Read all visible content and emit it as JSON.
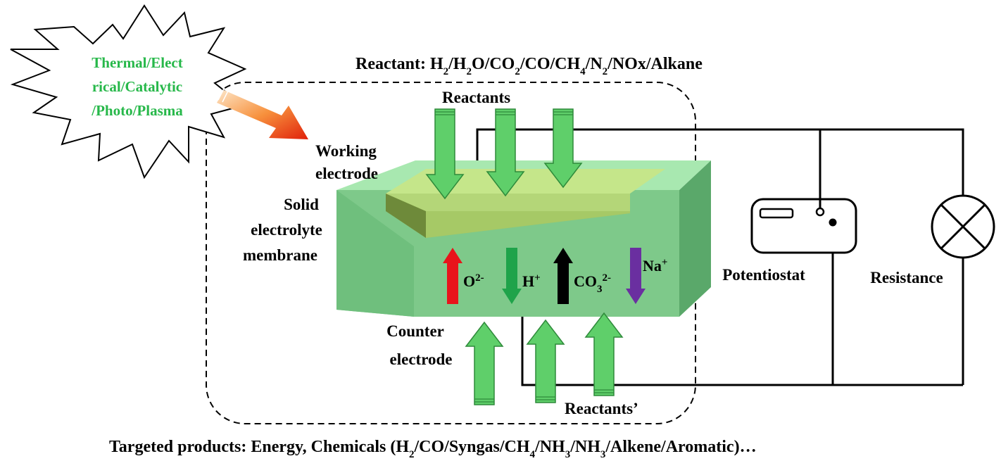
{
  "energy_source": {
    "lines": [
      "Thermal/Elect",
      "rical/Catalytic",
      "/Photo/Plasma"
    ]
  },
  "reactant_line": {
    "prefix": "Reactant: ",
    "parts": [
      {
        "t": "H"
      },
      {
        "s": "2"
      },
      {
        "t": "/H"
      },
      {
        "s": "2"
      },
      {
        "t": "O/CO"
      },
      {
        "s": "2"
      },
      {
        "t": "/CO/CH"
      },
      {
        "s": "4"
      },
      {
        "t": "/N"
      },
      {
        "s": "2"
      },
      {
        "t": "/NOx/Alkane"
      }
    ]
  },
  "labels": {
    "reactants_top": "Reactants",
    "working_electrode_1": "Working",
    "working_electrode_2": "electrode",
    "solid_1": "Solid",
    "solid_2": "electrolyte",
    "solid_3": "membrane",
    "counter_1": "Counter",
    "counter_2": "electrode",
    "reactants_bottom": "Reactants’",
    "potentiostat": "Potentiostat",
    "resistance": "Resistance"
  },
  "ions": [
    {
      "base": "O",
      "sup": "2-",
      "color": "#e8141b",
      "direction": "up"
    },
    {
      "base": "H",
      "sup": "+",
      "color": "#1fa34a",
      "direction": "down"
    },
    {
      "base": "CO",
      "sub": "3",
      "sup": "2-",
      "color": "#000000",
      "direction": "up"
    },
    {
      "base": "Na",
      "sup": "+",
      "color": "#6a2fa0",
      "direction": "down"
    }
  ],
  "products_line": {
    "prefix": "Targeted products: ",
    "parts": [
      {
        "t": "Energy, Chemicals (H"
      },
      {
        "s": "2"
      },
      {
        "t": "/CO/Syngas/CH"
      },
      {
        "s": "4"
      },
      {
        "t": "/NH"
      },
      {
        "s": "3"
      },
      {
        "t": "/NH"
      },
      {
        "s": "3"
      },
      {
        "t": "/Alkene/Aromatic)…"
      }
    ]
  },
  "colors": {
    "membrane_front": "#7ec98a",
    "membrane_top": "#a8e8b0",
    "membrane_side": "#5aa86a",
    "electrode_top": "#c5e68a",
    "electrode_front": "#9fc45c",
    "reactant_arrow": "#5fcf6a",
    "energy_text": "#27b84a"
  }
}
